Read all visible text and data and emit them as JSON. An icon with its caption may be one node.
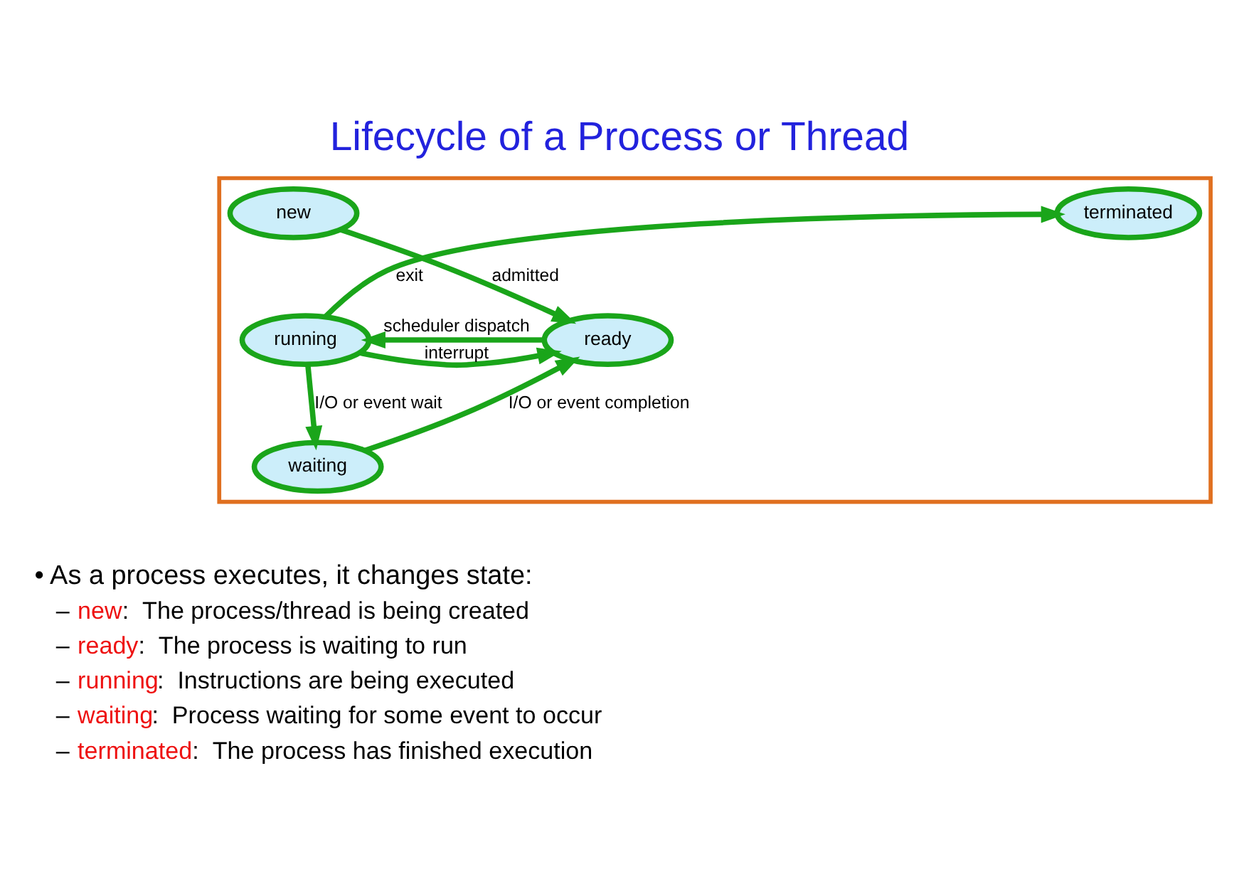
{
  "diagram": {
    "title": "Lifecycle of a Process or Thread",
    "nodes": [
      {
        "text": [],
        "shape": "box"
      },
      {
        "text": [
          "new"
        ],
        "in": 0
      },
      {
        "text": [
          "ready"
        ],
        "in": 0
      },
      {
        "text": [
          "running"
        ],
        "in": 0
      },
      {
        "text": [
          "terminated"
        ],
        "in": 0
      },
      {
        "text": [
          "waiting"
        ],
        "in": 0
      }
    ],
    "edges": [
      {
        "from": 1,
        "to": 2,
        "arrow": "to",
        "label": "admitted"
      },
      {
        "from": 3,
        "to": 2,
        "arrow": "to",
        "label": "interrupt"
      },
      {
        "from": 3,
        "to": 4,
        "arrow": "to",
        "label": "exit"
      },
      {
        "from": 2,
        "to": 3,
        "arrow": "to",
        "label": "scheduler dispatch"
      },
      {
        "from": 3,
        "to": 5,
        "arrow": "to",
        "label": "I/O or event wait"
      },
      {
        "from": 5,
        "to": 2,
        "arrow": "to",
        "label": "I/O or event completion"
      }
    ],
    "labels": [
      "• As a process executes, it changes state:",
      "– new:  The process/thread is being created",
      "– ready:  The process is waiting to run",
      "– running:  Instructions are being executed",
      "– waiting:  Process waiting for some event to occur",
      "– terminated:  The process has finished execution"
    ]
  }
}
